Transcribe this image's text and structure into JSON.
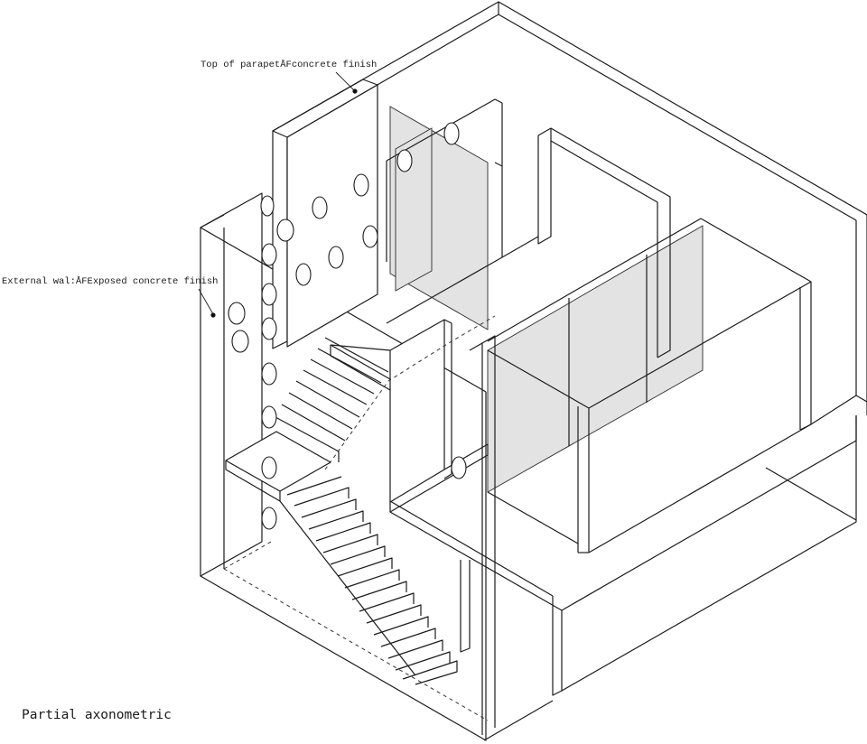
{
  "annotations": {
    "parapet": "Top of parapetÅFconcrete finish",
    "external_wall": "External wal:ÅFExposed concrete finish"
  },
  "caption": "Partial axonometric",
  "colors": {
    "line": "#1c1c1c",
    "glass_fill": "#e3e3e3",
    "background": "#ffffff"
  }
}
